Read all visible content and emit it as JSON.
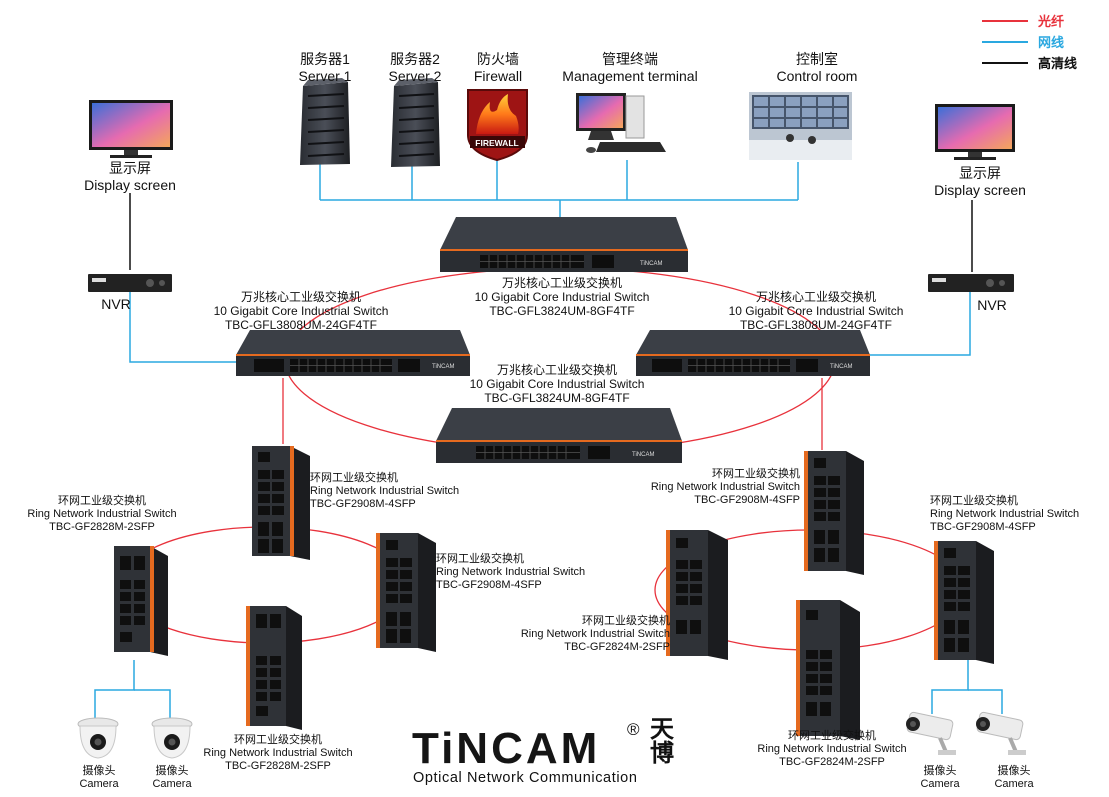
{
  "legend": [
    {
      "label": "光纤",
      "color": "#e8323c"
    },
    {
      "label": "网线",
      "color": "#2aa8e0"
    },
    {
      "label": "高清线",
      "color": "#111111"
    }
  ],
  "top_devices": {
    "server1": {
      "cn": "服务器1",
      "en": "Server 1"
    },
    "server2": {
      "cn": "服务器2",
      "en": "Server 2"
    },
    "firewall": {
      "cn": "防火墙",
      "en": "Firewall",
      "badge": "FIREWALL"
    },
    "terminal": {
      "cn": "管理终端",
      "en": "Management terminal"
    },
    "control": {
      "cn": "控制室",
      "en": "Control room"
    }
  },
  "displays": {
    "left": {
      "cn": "显示屏",
      "en": "Display screen"
    },
    "right": {
      "cn": "显示屏",
      "en": "Display screen"
    }
  },
  "nvr": {
    "left": "NVR",
    "right": "NVR"
  },
  "core_switches": {
    "top": {
      "cn": "万兆核心工业级交换机",
      "en": "10 Gigabit Core Industrial Switch",
      "model": "TBC-GFL3824UM-8GF4TF"
    },
    "left": {
      "cn": "万兆核心工业级交换机",
      "en": "10 Gigabit Core Industrial Switch",
      "model": "TBC-GFL3808UM-24GF4TF"
    },
    "right": {
      "cn": "万兆核心工业级交换机",
      "en": "10 Gigabit Core Industrial Switch",
      "model": "TBC-GFL3808UM-24GF4TF"
    },
    "bottom": {
      "cn": "万兆核心工业级交换机",
      "en": "10 Gigabit Core Industrial Switch",
      "model": "TBC-GFL3824UM-8GF4TF"
    }
  },
  "ring_switches": {
    "l_left": {
      "cn": "环网工业级交换机",
      "en": "Ring Network Industrial Switch",
      "model": "TBC-GF2828M-2SFP"
    },
    "l_top": {
      "cn": "环网工业级交换机",
      "en": "Ring Network Industrial Switch",
      "model": "TBC-GF2908M-4SFP"
    },
    "l_right": {
      "cn": "环网工业级交换机",
      "en": "Ring Network Industrial Switch",
      "model": "TBC-GF2908M-4SFP"
    },
    "l_bottom": {
      "cn": "环网工业级交换机",
      "en": "Ring Network Industrial Switch",
      "model": "TBC-GF2828M-2SFP"
    },
    "r_top": {
      "cn": "环网工业级交换机",
      "en": "Ring Network Industrial Switch",
      "model": "TBC-GF2908M-4SFP"
    },
    "r_right": {
      "cn": "环网工业级交换机",
      "en": "Ring Network Industrial Switch",
      "model": "TBC-GF2908M-4SFP"
    },
    "r_left": {
      "cn": "环网工业级交换机",
      "en": "Ring Network Industrial Switch",
      "model": "TBC-GF2824M-2SFP"
    },
    "r_bottom": {
      "cn": "环网工业级交换机",
      "en": "Ring Network Industrial Switch",
      "model": "TBC-GF2824M-2SFP"
    }
  },
  "switch_brand": "TiNCAM",
  "cameras": [
    {
      "cn": "摄像头",
      "en": "Camera"
    },
    {
      "cn": "摄像头",
      "en": "Camera"
    },
    {
      "cn": "摄像头",
      "en": "Camera"
    },
    {
      "cn": "摄像头",
      "en": "Camera"
    }
  ],
  "logo": {
    "brand": "TiNCAM",
    "reg": "®",
    "cn_top": "天",
    "cn_bottom": "博",
    "tagline": "Optical Network Communication"
  }
}
